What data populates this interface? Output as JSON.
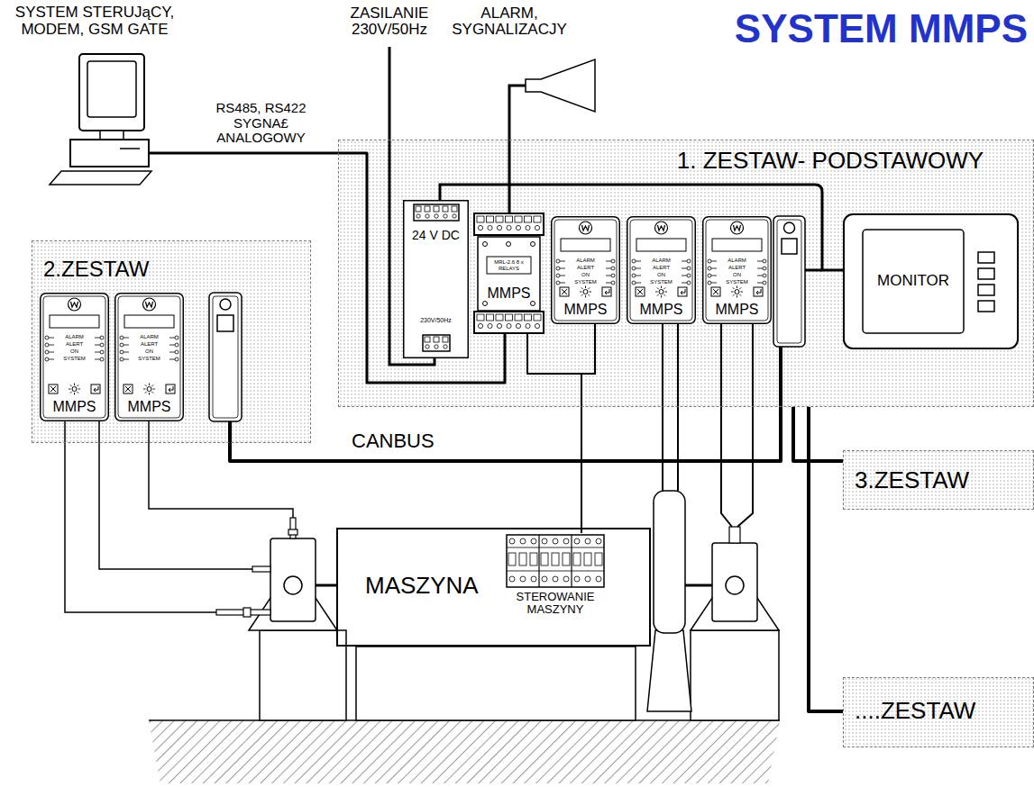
{
  "diagram": {
    "title": "SYSTEM MMPS",
    "nodes": [
      {
        "text": [
          "SYSTEM STERUJąCY, MODEM, GSM GATE"
        ]
      },
      {
        "text": [
          "1. ZESTAW- PODSTAWOWY"
        ]
      },
      {
        "text": [
          "24 V DC",
          "230V/50Hz"
        ],
        "in": 1
      },
      {
        "text": [
          "MRL-2.6 8 x RELAYS",
          "MMPS"
        ],
        "in": 1
      },
      {
        "text": [
          "ALARM",
          "ALERT",
          "ON",
          "SYSTEM",
          "MMPS"
        ],
        "in": 1
      },
      {
        "text": [
          "ALARM",
          "ALERT",
          "ON",
          "SYSTEM",
          "MMPS"
        ],
        "in": 1
      },
      {
        "text": [
          "ALARM",
          "ALERT",
          "ON",
          "SYSTEM",
          "MMPS"
        ],
        "in": 1
      },
      {
        "text": [
          "MONITOR"
        ],
        "in": 1
      },
      {
        "text": [
          "2.ZESTAW"
        ]
      },
      {
        "text": [
          "ALARM",
          "ALERT",
          "ON",
          "SYSTEM",
          "MMPS"
        ],
        "in": 8
      },
      {
        "text": [
          "ALARM",
          "ALERT",
          "ON",
          "SYSTEM",
          "MMPS"
        ],
        "in": 8
      },
      {
        "text": [
          "3.ZESTAW"
        ]
      },
      {
        "text": [
          "....ZESTAW"
        ]
      },
      {
        "text": [
          "MASZYNA"
        ]
      },
      {
        "text": [
          "STEROWANIE MASZYNY"
        ],
        "in": 13
      }
    ],
    "edges": [
      {
        "from": 0,
        "to": 3,
        "label": "RS485, RS422 SYGNA£ ANALOGOWY",
        "arrow": "none"
      },
      {
        "from": 8,
        "to": 1,
        "label": "CANBUS",
        "arrow": "none"
      },
      {
        "from": 1,
        "to": 11,
        "arrow": "none"
      },
      {
        "from": 1,
        "to": 12,
        "arrow": "none"
      },
      {
        "from": 3,
        "to": 14,
        "arrow": "none"
      }
    ],
    "labels": [
      "ZASILANIE 230V/50Hz",
      "ALARM, SYGNALIZACJY"
    ]
  }
}
